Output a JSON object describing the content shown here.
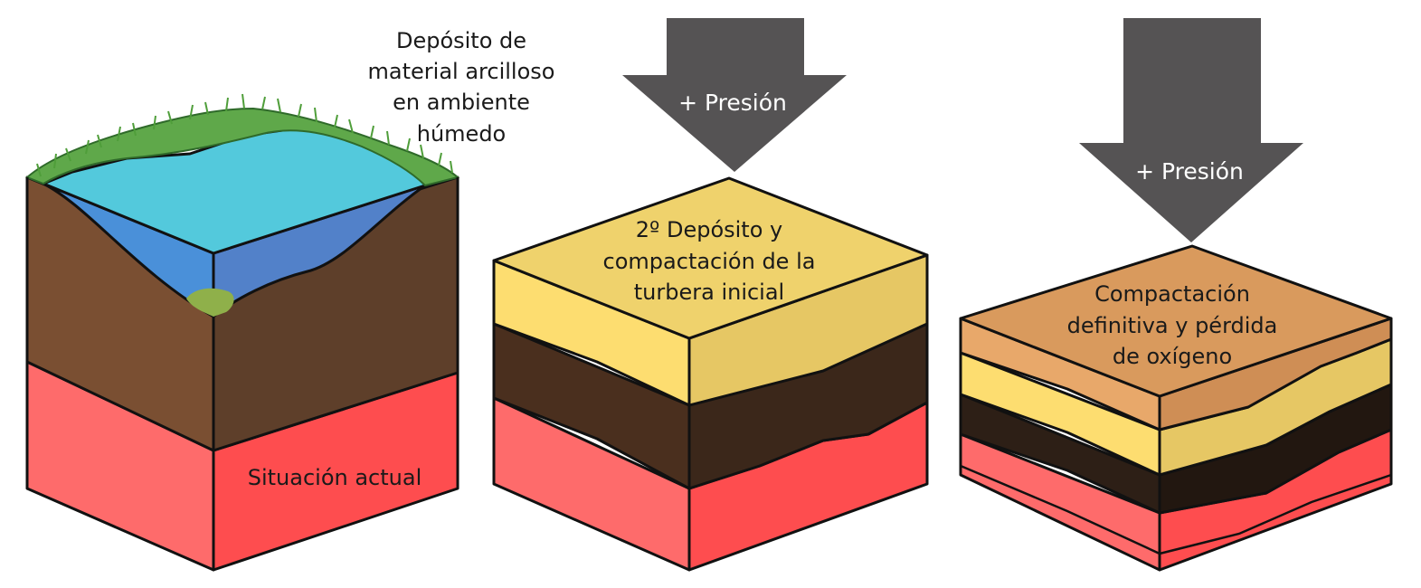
{
  "labels": {
    "stage1_caption": [
      "Depósito de",
      "material arcilloso",
      "en ambiente",
      "húmedo"
    ],
    "stage1_bottom": "Situación actual",
    "stage2_caption": [
      "2º Depósito  y",
      "compactación de la",
      "turbera inicial"
    ],
    "stage3_caption": [
      "Compactación",
      "definitiva y pérdida",
      "de oxígeno"
    ],
    "arrow2": "+ Presión",
    "arrow3": "+ Presión"
  },
  "colors": {
    "clay_front": "#fe6b6b",
    "clay_side": "#fe4d4f",
    "soil_front": "#7a4f32",
    "soil_side": "#5e3f2a",
    "water_top": "#53c9dc",
    "water_deep": "#4a90d9",
    "grass": "#5fa84a",
    "peat_front": "#4a2f1e",
    "peat_side": "#3b271a",
    "sand_front": "#fddd70",
    "sand_side": "#e6c764",
    "sand_top": "#efd26c",
    "dark_front": "#2d1f16",
    "dark_side": "#221710",
    "orange_top": "#d99a5d",
    "orange_front": "#e8a86a",
    "orange_side": "#cf8e55",
    "arrow": "#555354"
  }
}
